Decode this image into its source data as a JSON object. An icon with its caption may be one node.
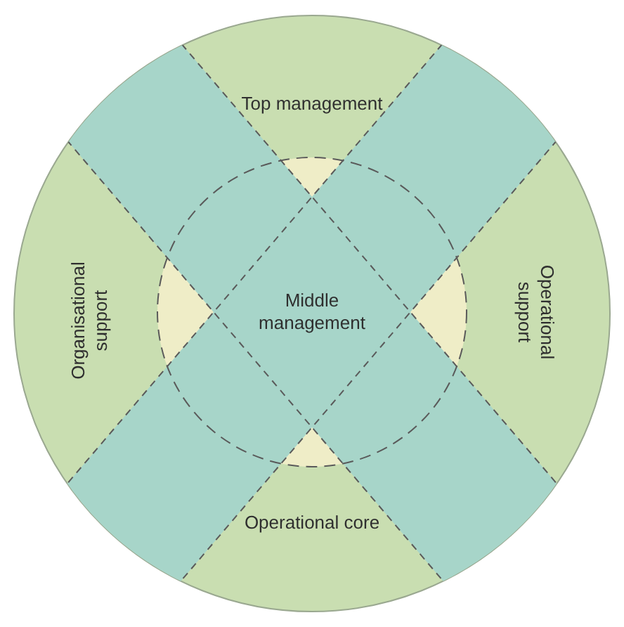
{
  "diagram": {
    "nodes": [
      {
        "text": [
          "Top management"
        ]
      },
      {
        "text": [
          "Organisational support"
        ]
      },
      {
        "text": [
          "Middle management"
        ]
      },
      {
        "text": [
          "Operational support"
        ]
      },
      {
        "text": [
          "Operational core"
        ]
      }
    ]
  }
}
